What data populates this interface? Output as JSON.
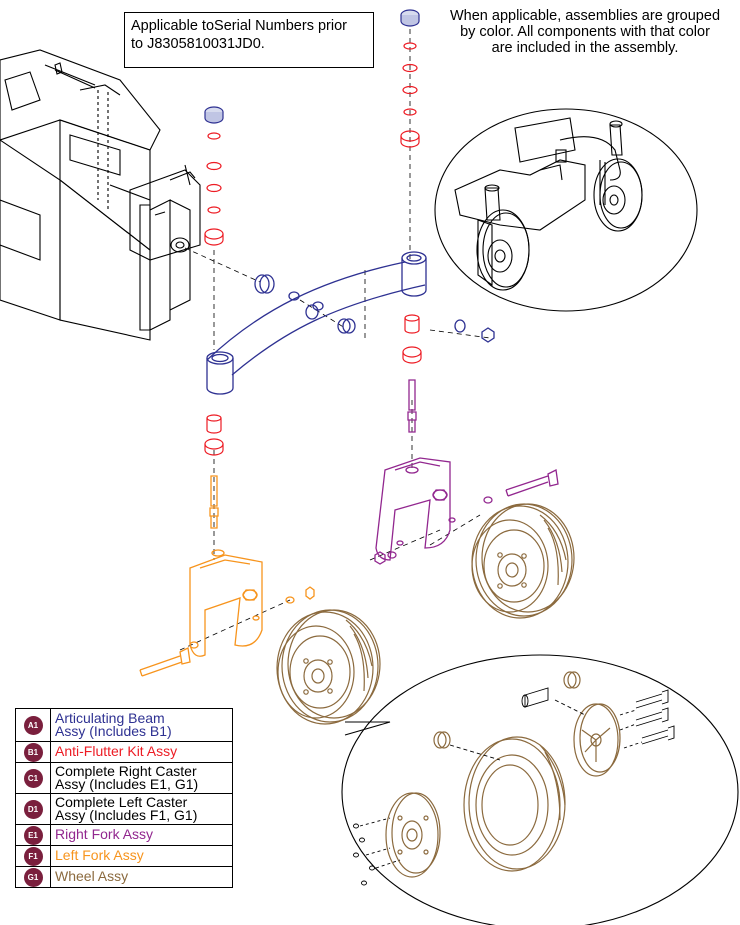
{
  "serial_note": {
    "line1": "Applicable toSerial Numbers prior",
    "line2": "to J8305810031JD0."
  },
  "color_note": {
    "line1": "When applicable, assemblies are grouped",
    "line2": "by color. All components with that color",
    "line3": "are included in the assembly."
  },
  "colors": {
    "beam": "#2e3192",
    "anti_flutter": "#ed1c24",
    "right_fork": "#92278f",
    "left_fork": "#f7941d",
    "wheel": "#8b6a3e",
    "line": "#000000",
    "badge": "#7a1f3d"
  },
  "legend": [
    {
      "badge": "A1",
      "line1": "Articulating Beam",
      "line2": "Assy (Includes B1)",
      "color": "#2e3192"
    },
    {
      "badge": "B1",
      "line1": "Anti-Flutter Kit Assy",
      "line2": "",
      "color": "#ed1c24"
    },
    {
      "badge": "C1",
      "line1": "Complete Right Caster",
      "line2": "Assy (Includes E1, G1)",
      "color": "#000000"
    },
    {
      "badge": "D1",
      "line1": "Complete Left Caster",
      "line2": "Assy (Includes F1, G1)",
      "color": "#000000"
    },
    {
      "badge": "E1",
      "line1": "Right Fork Assy",
      "line2": "",
      "color": "#92278f"
    },
    {
      "badge": "F1",
      "line1": "Left Fork Assy",
      "line2": "",
      "color": "#f7941d"
    },
    {
      "badge": "G1",
      "line1": "Wheel Assy",
      "line2": "",
      "color": "#8b6a3e"
    }
  ]
}
